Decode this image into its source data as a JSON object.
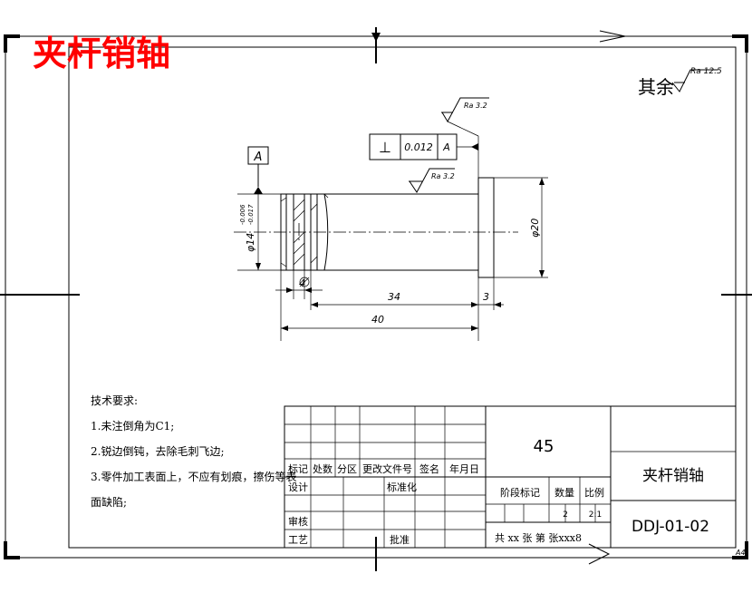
{
  "header_title": "夹杆销轴",
  "roughness_default": {
    "prefix": "其余",
    "value": "Ra 12.5"
  },
  "roughness_top": "Ra 3.2",
  "roughness_side": "Ra 3.2",
  "datum": "A",
  "tolerance_frame": {
    "symbol": "⊥",
    "value": "0.012",
    "datum": "A"
  },
  "dims": {
    "diameter_small": "φ14",
    "tol_upper": "-0.006",
    "tol_lower": "-0.017",
    "diameter_large": "φ20",
    "groove": "4",
    "length_34": "34",
    "length_3": "3",
    "length_40": "40"
  },
  "tech_req": {
    "title": "技术要求:",
    "items": [
      "1.未注倒角为C1;",
      "2.锐边倒钝，去除毛刺飞边;",
      "3.零件加工表面上，不应有划痕，擦伤等表",
      "面缺陷;"
    ]
  },
  "title_block": {
    "material": "45",
    "part_name": "夹杆销轴",
    "drawing_no": "DDJ-01-02",
    "h_mark": "标记",
    "h_count": "处数",
    "h_zone": "分区",
    "h_doc": "更改文件号",
    "h_sign": "签名",
    "h_date": "年月日",
    "design": "设计",
    "standard": "标准化",
    "stage": "阶段标记",
    "qty_label": "数量",
    "scale_label": "比例",
    "qty": "2",
    "scale": "2:1",
    "review": "审核",
    "process": "工艺",
    "approve": "批准",
    "sheet_info": "共 xx 张 第  张xxx8"
  },
  "sheet_size": "A4"
}
